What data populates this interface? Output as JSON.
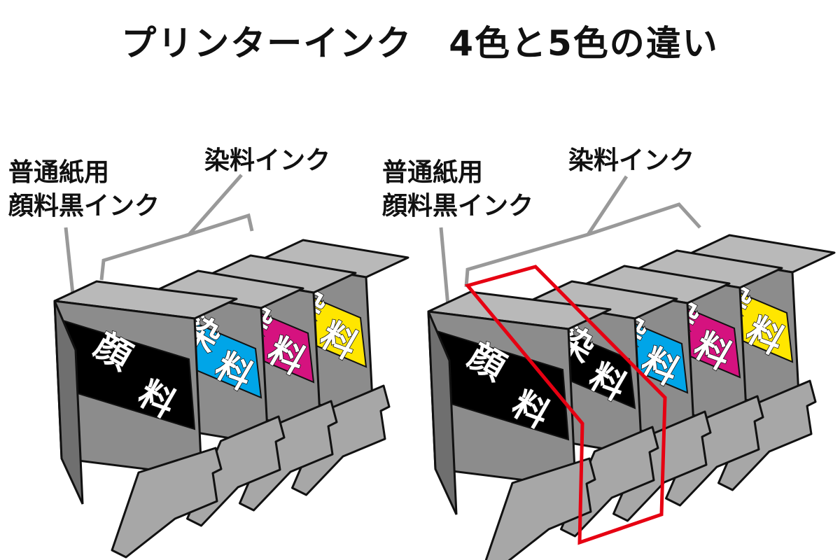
{
  "title": "プリンターインク　4色と5色の違い",
  "colors": {
    "black": "#000000",
    "cyan": "#00a5e8",
    "magenta": "#d5127f",
    "yellow": "#ffe600",
    "body": "#8c8c8c",
    "highlight": "#e60012"
  },
  "left": {
    "pigment_label_line1": "普通紙用",
    "pigment_label_line2": "顔料黒インク",
    "dye_label": "染料インク",
    "cartridges": [
      {
        "color": "black",
        "chars": [
          "顔",
          "料"
        ]
      },
      {
        "color": "cyan",
        "chars": [
          "染",
          "料"
        ]
      },
      {
        "color": "magenta",
        "chars": [
          "染",
          "料"
        ]
      },
      {
        "color": "yellow",
        "chars": [
          "染",
          "料"
        ]
      }
    ]
  },
  "right": {
    "pigment_label_line1": "普通紙用",
    "pigment_label_line2": "顔料黒インク",
    "dye_label": "染料インク",
    "cartridges": [
      {
        "color": "black",
        "chars": [
          "顔",
          "料"
        ]
      },
      {
        "color": "black",
        "chars": [
          "染",
          "料"
        ]
      },
      {
        "color": "cyan",
        "chars": [
          "染",
          "料"
        ]
      },
      {
        "color": "magenta",
        "chars": [
          "染",
          "料"
        ]
      },
      {
        "color": "yellow",
        "chars": [
          "染",
          "料"
        ]
      }
    ]
  }
}
